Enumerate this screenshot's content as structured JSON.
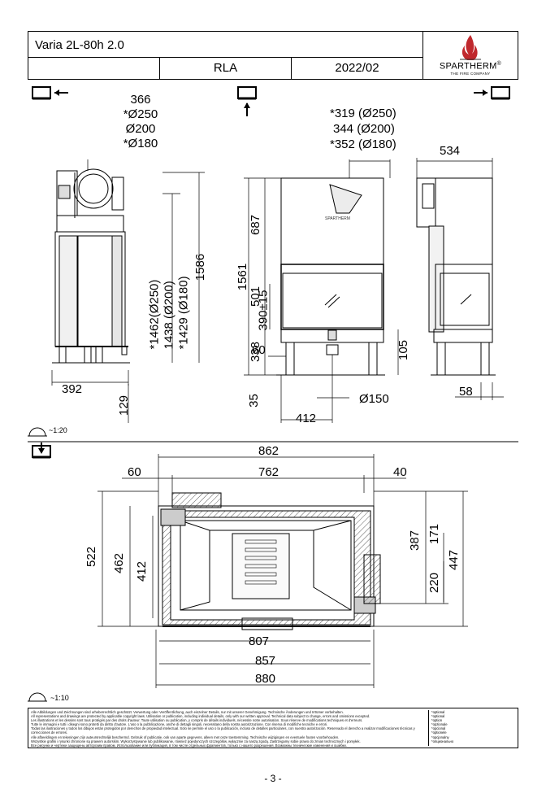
{
  "header": {
    "model": "Varia 2L-80h 2.0",
    "variant": "RLA",
    "date": "2022/02",
    "brand": "SPARTHERM",
    "brand_mark": "®",
    "tagline": "THE FIRE COMPANY",
    "logo_icon": "flame-logo-icon"
  },
  "views": {
    "side_left_icon": "view-left-arrow-icon",
    "front_icon": "view-front-arrow-icon",
    "side_right_icon": "view-right-arrow-icon",
    "top_icon": "view-top-arrow-icon"
  },
  "side_view": {
    "flue_heights": [
      "366",
      "*Ø250",
      "Ø200",
      "*Ø180"
    ],
    "height_labels": [
      "*1462(Ø250)",
      "1438 (Ø200)",
      "*1429 (Ø180)"
    ],
    "total_height": "1586",
    "depth": "392",
    "foot": "129"
  },
  "front_view": {
    "flue_offsets": [
      "*319 (Ø250)",
      "344 (Ø200)",
      "*352 (Ø180)"
    ],
    "total_height": "1561",
    "upper": "687",
    "door": "501",
    "door_opening": "390±15",
    "lower": "338",
    "leg_gap": "60",
    "foot": "35",
    "air_inlet": "Ø150",
    "air_offset": "412",
    "right_height": "105"
  },
  "right_view": {
    "width": "534",
    "foot": "58"
  },
  "scale_front": "~1:20",
  "top_view": {
    "overall": "862",
    "inner": "762",
    "left": "60",
    "right": "40",
    "depth_outer": "522",
    "depth_mid": "462",
    "depth_inner": "412",
    "right_387": "387",
    "right_171": "171",
    "right_220": "220",
    "right_447": "447",
    "width_807": "807",
    "width_857": "857",
    "width_880": "880"
  },
  "scale_top": "~1:10",
  "legal": {
    "lines": [
      "Alle Abbildungen und Zeichnungen sind urheberrechtlich geschützt. Verwertung oder Veröffentlichung, auch einzelner Details, nur mit unserer Genehmigung. Technische Änderungen und Irrtümer vorbehalten.",
      "All representations and drawings are protected by applicable copyright laws. Utilisation or publication, including individual details, only with our written approval. Technical data subject to change, errors and omissions excepted.",
      "Les illustrations et les dessins sont tous protégés par des droits d'auteur. Toute utilisation ou publication, y compris de détails individuels, nécessite notre autorisation. Sous réserve de modifications techniques et d'erreurs.",
      "Tutte le immagini e tutti i disegni sono protetti da diritto d'autore. L'uso o la pubblicazione, anche di dettagli singoli, necessitano della nostra autorizzazione. Con riserva di modifiche tecniche e errori.",
      "Todas las ilustraciones y todos los dibujos están protegidos por derechos de propiedad intelectual. Solo se permite el uso o la publicación, incluso de detalles particulares, con nuestra autorización. Reservado el derecho a realizar modificaciones técnicas y correcciones de errores.",
      "Alle afbeeldingen en tekeningen zijn auteursrechtelijk beschermd. Gebruik of publicatie, ook van aparte gegevens, alleen met onze toestemming. Technische wijzigingen en eventuele fouten voorbehouden.",
      "Wszystkie grafiki i rysunki chronione są prawem autorskim. Wykorzystywanie lub publikowanie, również pojedynczych szczegółów, wyłącznie za naszą zgodą. Zastrzegamy sobie prawo do zmian technicznych i pomyłek.",
      "Все рисунки и чертежи защищены авторским правом. Использование или публикация, в том числе отдельных фрагментов, только с нашего разрешения. Возможны технические изменения и ошибки."
    ],
    "optional": [
      "*optional",
      "*optional",
      "*option",
      "*opzionale",
      "*opcional",
      "*optionele",
      "*opcjonalny",
      "*опционально"
    ]
  },
  "page_number": "- 3 -"
}
